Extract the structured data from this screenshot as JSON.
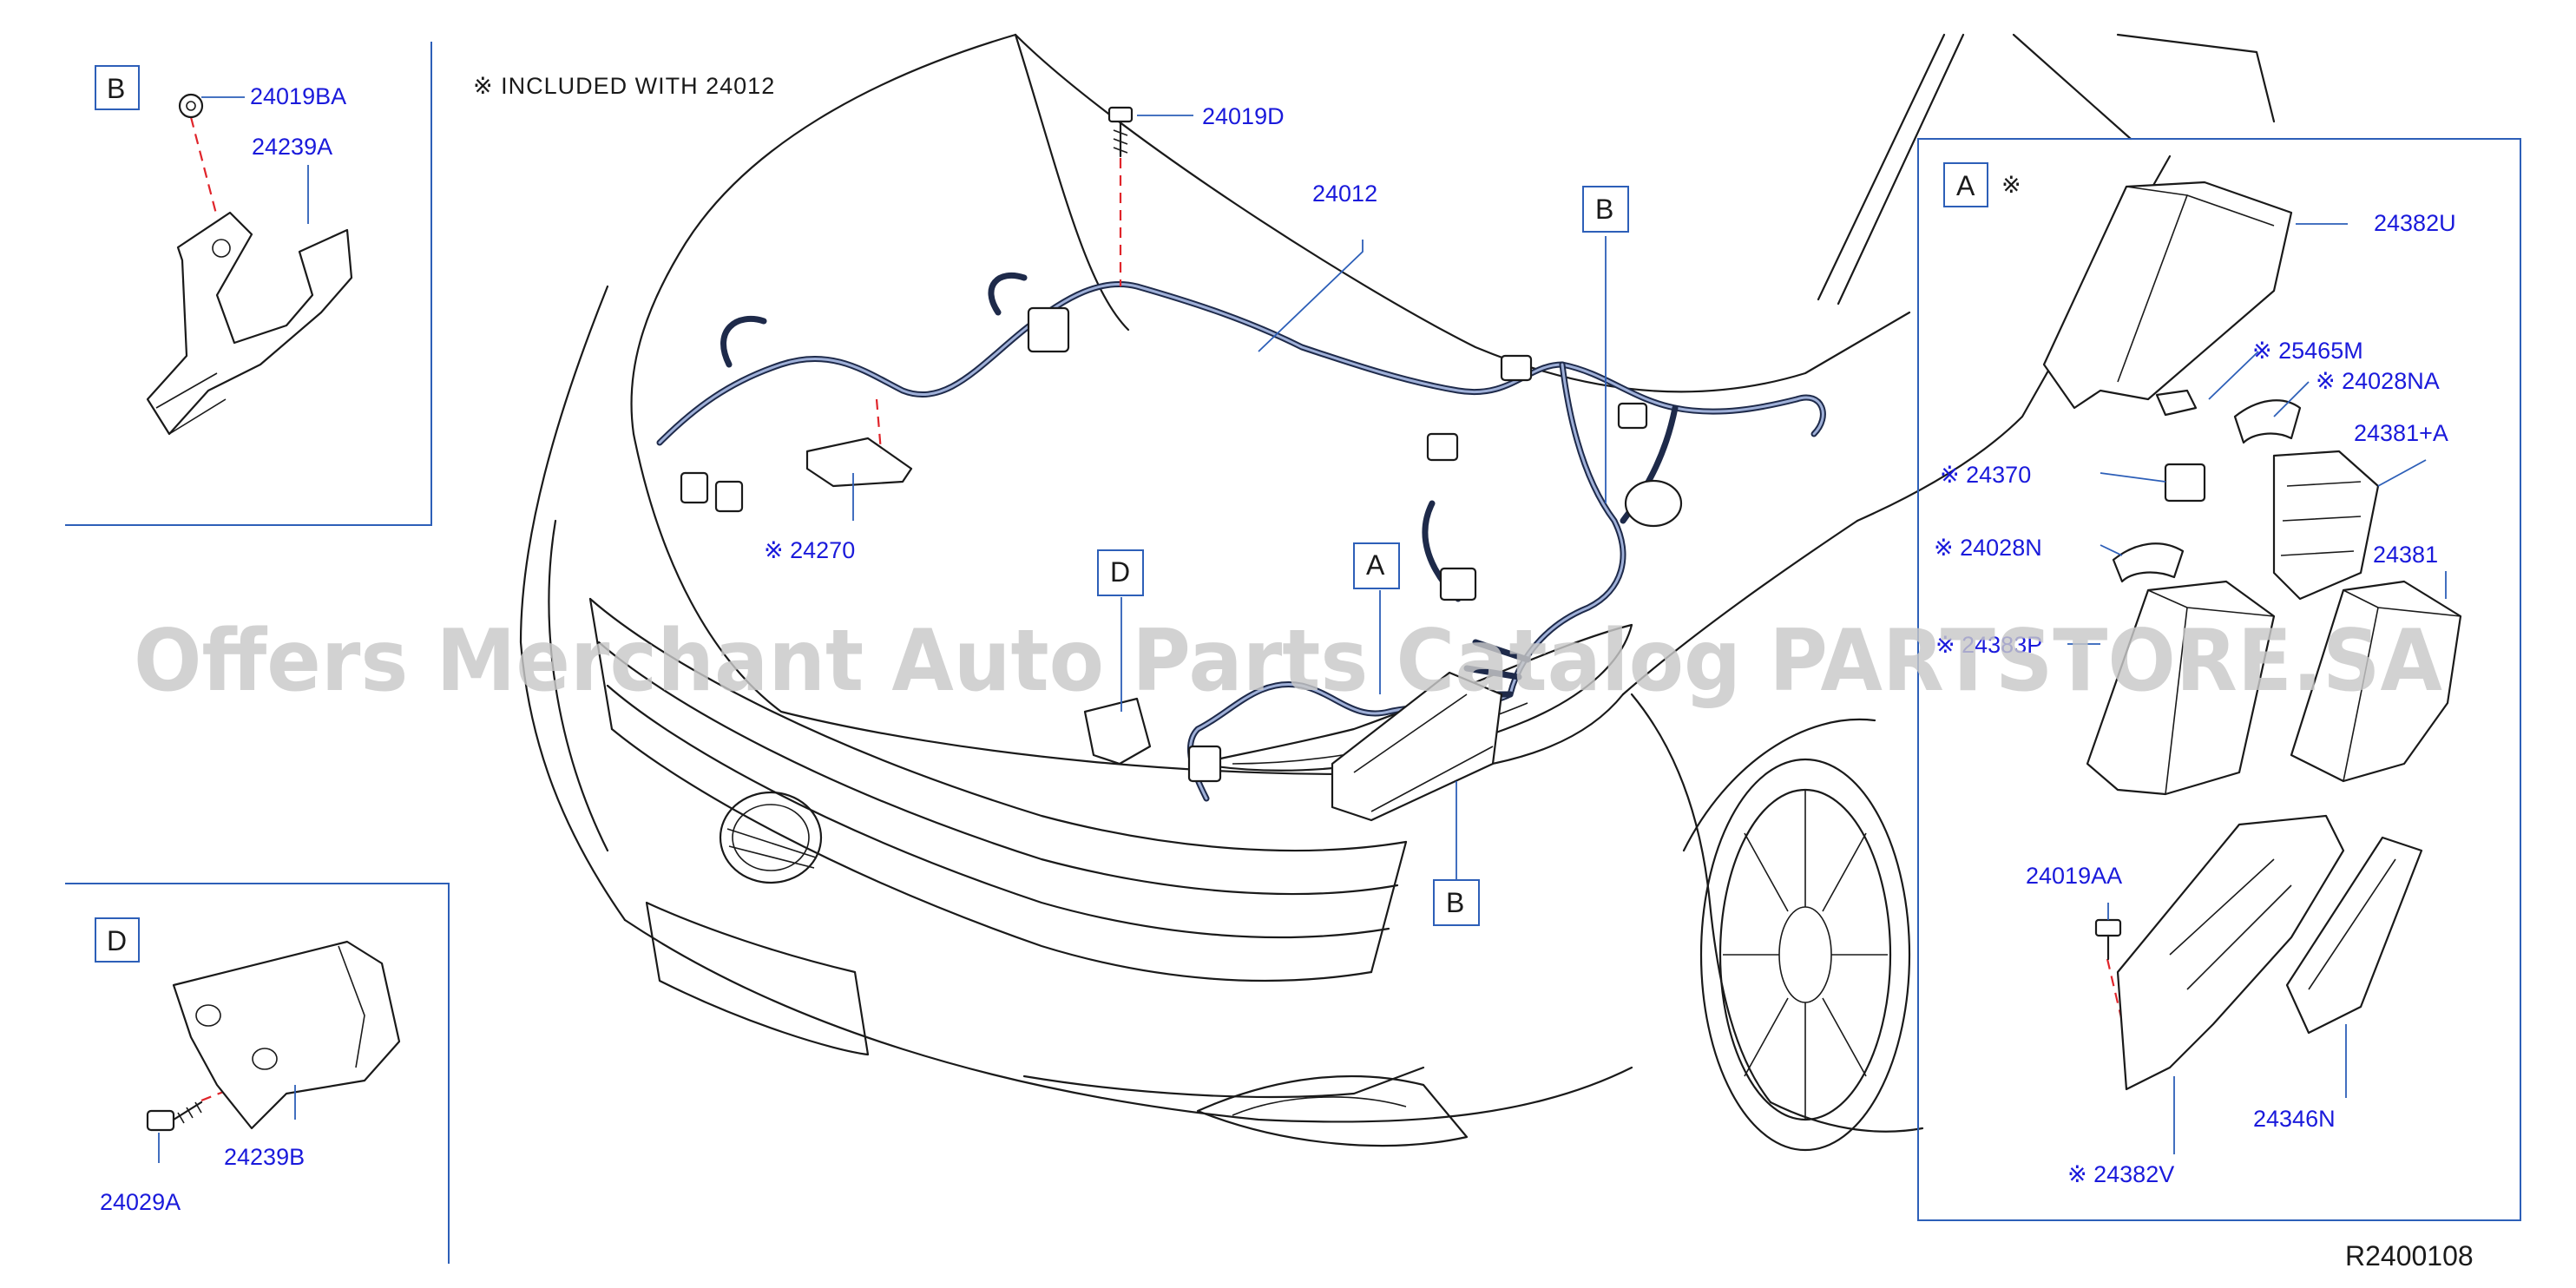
{
  "note": "※ INCLUDED WITH 24012",
  "reference_code": "R2400108",
  "watermark": "Offers Merchant Auto Parts Catalog PARTSTORE.SA",
  "colors": {
    "part_label": "#1a1adb",
    "leader": "#2d5fb8",
    "dashed_guide": "#e0242a",
    "harness": "#1e2a4a"
  },
  "boxes": {
    "A_main": "A",
    "A_detail": "A",
    "B_main_top": "B",
    "B_main_bottom": "B",
    "B_detail": "B",
    "D_main": "D",
    "D_detail": "D"
  },
  "detail_A_mark": "※",
  "parts": {
    "p24019BA": "24019BA",
    "p24239A": "24239A",
    "p24019D": "24019D",
    "p24012": "24012",
    "p24270": "※ 24270",
    "p24382U": "24382U",
    "p25465M": "※ 25465M",
    "p24028NA": "※ 24028NA",
    "p24381A": "24381+A",
    "p24370": "※ 24370",
    "p24028N": "※ 24028N",
    "p24381": "24381",
    "p24383P": "※ 24383P",
    "p24019AA": "24019AA",
    "p24346N": "24346N",
    "p24382V": "※ 24382V",
    "p24239B": "24239B",
    "p24029A": "24029A"
  }
}
